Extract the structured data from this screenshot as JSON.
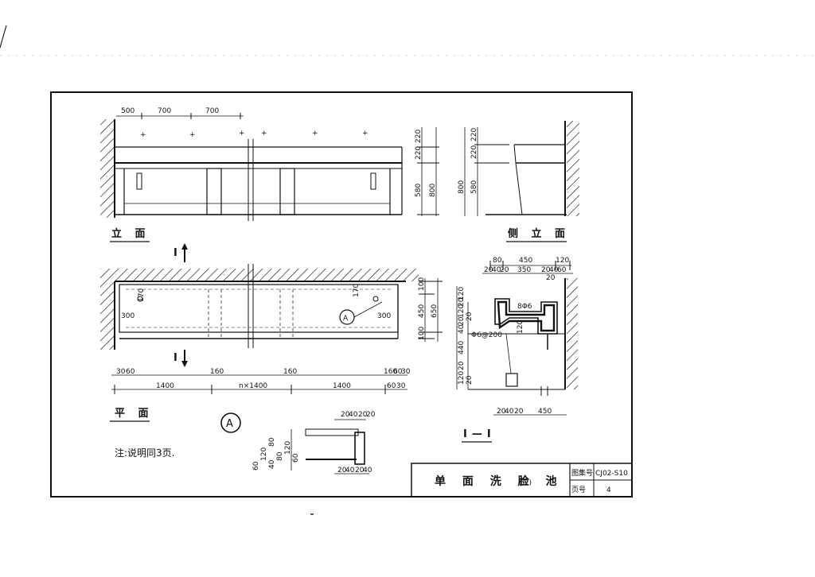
{
  "views": {
    "front_elevation": "立 面",
    "side_elevation": "侧 立 面",
    "plan": "平 面",
    "section": "I—I",
    "detail": "A"
  },
  "section_marks": {
    "top": "I",
    "bottom": "I"
  },
  "note": "注:说明同3页.",
  "title_block": {
    "title": "单 面 洗 脸 池",
    "title_suffix": "(二)",
    "drawing_no_label": "图集号",
    "drawing_no": "CJ02-S10",
    "page_label": "页号",
    "page_no": "4"
  },
  "dimensions": {
    "front_top": [
      "500",
      "700",
      "700"
    ],
    "front_right": [
      "220",
      "220",
      "580",
      "800"
    ],
    "side_left": [
      "220",
      "220",
      "580",
      "800"
    ],
    "side_top_numbers": [
      "80",
      "450",
      "120"
    ],
    "side_sub_numbers": [
      "20",
      "40",
      "20",
      "350",
      "20",
      "40",
      "60",
      "20"
    ],
    "plan_bottom_a": [
      "30",
      "60",
      "160",
      "160",
      "160",
      "60",
      "30"
    ],
    "plan_bottom_b": [
      "1400",
      "n×1400",
      "1400",
      "60",
      "30"
    ],
    "plan_right": [
      "100",
      "450",
      "650",
      "100"
    ],
    "plan_inner": [
      "170",
      "170",
      "300",
      "300"
    ],
    "section_left": [
      "120",
      "20",
      "120",
      "20",
      "40",
      "20",
      "440",
      "20",
      "120",
      "20"
    ],
    "section_bottom": [
      "20",
      "40",
      "20",
      "450"
    ],
    "section_bars": [
      "8Φ6",
      "Φ6@200",
      "120"
    ],
    "detail_top": [
      "20",
      "40",
      "20",
      "20"
    ],
    "detail_left": [
      "60",
      "120",
      "80",
      "40",
      "80",
      "120",
      "60"
    ],
    "detail_bottom": [
      "20",
      "40",
      "20",
      "40"
    ]
  }
}
